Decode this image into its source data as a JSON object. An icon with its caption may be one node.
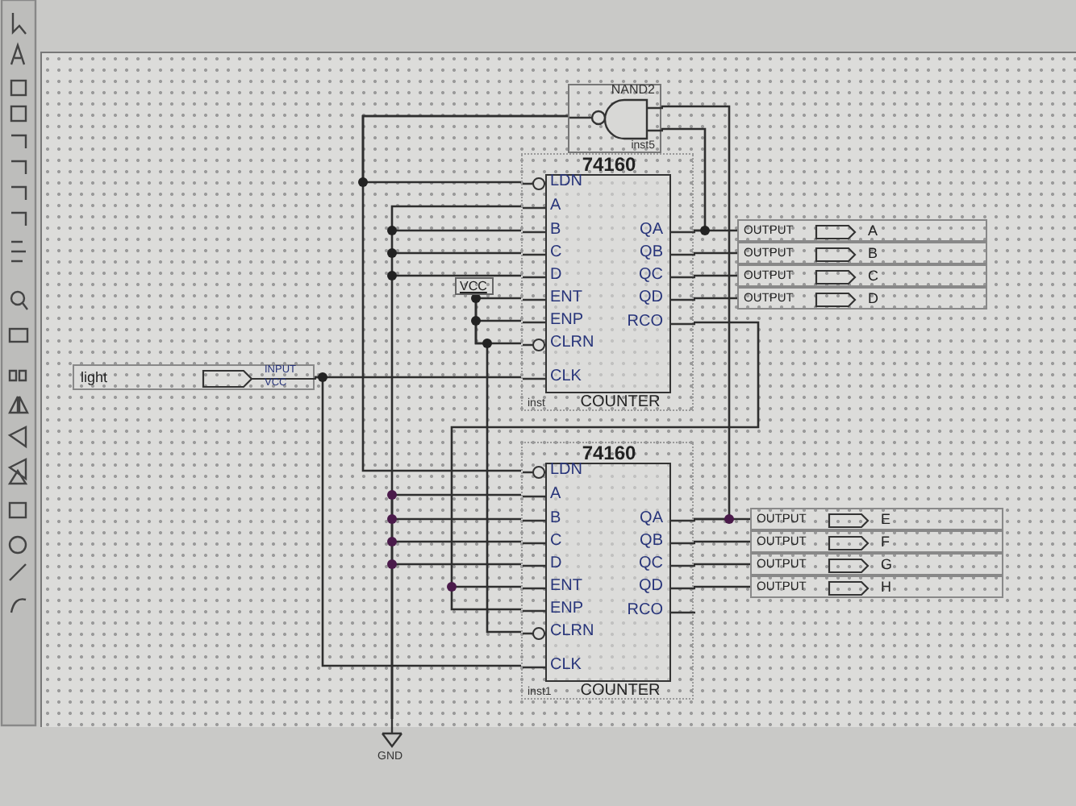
{
  "diagram": {
    "nodes": [
      {
        "text": [
          "NAND2",
          "inst5"
        ]
      },
      {
        "text": [
          "74160",
          "LDN",
          "A",
          "B",
          "C",
          "D",
          "ENT",
          "ENP",
          "CLRN",
          "CLK",
          "QA",
          "QB",
          "QC",
          "QD",
          "RCO",
          "COUNTER",
          "inst"
        ]
      },
      {
        "text": [
          "74160",
          "LDN",
          "A",
          "B",
          "C",
          "D",
          "ENT",
          "ENP",
          "CLRN",
          "CLK",
          "QA",
          "QB",
          "QC",
          "QD",
          "RCO",
          "COUNTER",
          "inst1"
        ]
      },
      {
        "text": [
          "VCC"
        ]
      },
      {
        "text": [
          "light",
          "INPUT",
          "VCC"
        ]
      },
      {
        "text": [
          "OUTPUT",
          "A"
        ]
      },
      {
        "text": [
          "OUTPUT",
          "B"
        ]
      },
      {
        "text": [
          "OUTPUT",
          "C"
        ]
      },
      {
        "text": [
          "OUTPUT",
          "D"
        ]
      },
      {
        "text": [
          "OUTPUT",
          "E"
        ]
      },
      {
        "text": [
          "OUTPUT",
          "F"
        ]
      },
      {
        "text": [
          "OUTPUT",
          "G"
        ]
      },
      {
        "text": [
          "OUTPUT",
          "H"
        ]
      },
      {
        "text": [
          "GND"
        ]
      }
    ],
    "edges": [
      {
        "from": 1,
        "to": 5,
        "arrow": "none"
      },
      {
        "from": 1,
        "to": 6,
        "arrow": "none"
      },
      {
        "from": 1,
        "to": 7,
        "arrow": "none"
      },
      {
        "from": 1,
        "to": 8,
        "arrow": "none"
      },
      {
        "from": 1,
        "to": 0,
        "arrow": "none"
      },
      {
        "from": 2,
        "to": 9,
        "arrow": "none"
      },
      {
        "from": 2,
        "to": 10,
        "arrow": "none"
      },
      {
        "from": 2,
        "to": 11,
        "arrow": "none"
      },
      {
        "from": 2,
        "to": 12,
        "arrow": "none"
      },
      {
        "from": 2,
        "to": 0,
        "arrow": "none"
      },
      {
        "from": 0,
        "to": 1,
        "arrow": "none"
      },
      {
        "from": 0,
        "to": 2,
        "arrow": "none"
      },
      {
        "from": 3,
        "to": 1,
        "arrow": "none"
      },
      {
        "from": 3,
        "to": 2,
        "arrow": "none"
      },
      {
        "from": 4,
        "to": 1,
        "arrow": "none"
      },
      {
        "from": 4,
        "to": 2,
        "arrow": "none"
      },
      {
        "from": 13,
        "to": 1,
        "arrow": "none"
      },
      {
        "from": 13,
        "to": 2,
        "arrow": "none"
      },
      {
        "from": 1,
        "to": 2,
        "arrow": "none"
      }
    ]
  }
}
